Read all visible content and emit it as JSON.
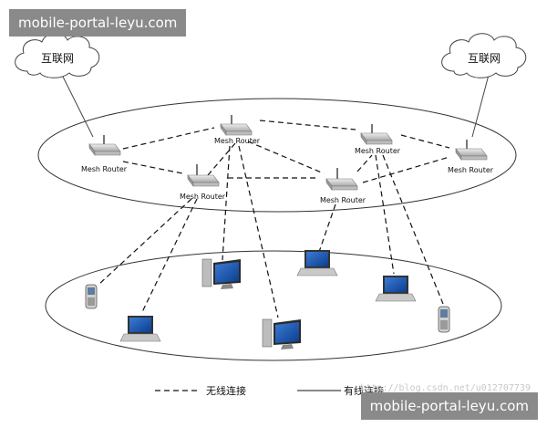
{
  "watermark": {
    "text": "mobile-portal-leyu.com"
  },
  "diagram": {
    "clouds": [
      {
        "id": "cloud-left",
        "label": "互联网"
      },
      {
        "id": "cloud-right",
        "label": "互联网"
      }
    ],
    "routers": [
      {
        "id": "r1",
        "label": "Mesh Router"
      },
      {
        "id": "r2",
        "label": "Mesh Router"
      },
      {
        "id": "r3",
        "label": "Mesh Router"
      },
      {
        "id": "r4",
        "label": "Mesh Router"
      },
      {
        "id": "r5",
        "label": "Mesh Router"
      },
      {
        "id": "r6",
        "label": "Mesh Router"
      }
    ],
    "clients": [
      {
        "id": "phone-left",
        "kind": "phone"
      },
      {
        "id": "laptop-left",
        "kind": "laptop"
      },
      {
        "id": "desktop-left",
        "kind": "desktop"
      },
      {
        "id": "desktop-center",
        "kind": "desktop"
      },
      {
        "id": "laptop-center",
        "kind": "laptop"
      },
      {
        "id": "laptop-right",
        "kind": "laptop"
      },
      {
        "id": "phone-right",
        "kind": "phone"
      }
    ],
    "legend": {
      "wireless": "无线连接",
      "wired": "有线连接"
    },
    "credit": "http://blog.csdn.net/u012707739"
  }
}
